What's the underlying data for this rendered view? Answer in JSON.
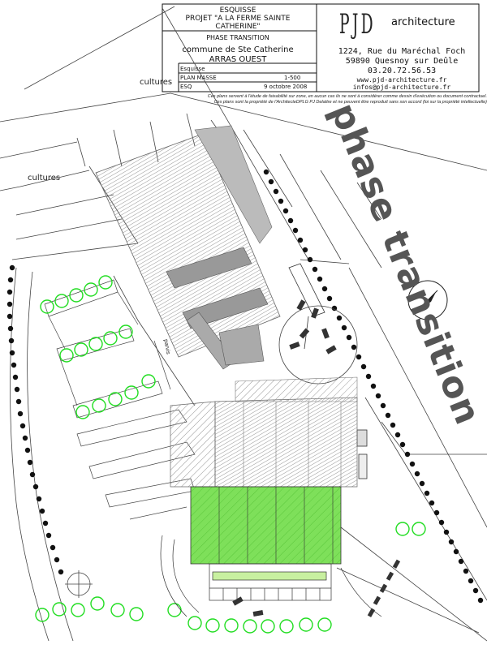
{
  "title_block": {
    "line1": "ESQUISSE",
    "line2": "PROJET \"A LA FERME SAINTE CATHERINE\"",
    "phase": "PHASE TRANSITION",
    "commune": "commune de Ste Catherine",
    "location": "ARRAS OUEST",
    "doc_label": "Esquisse",
    "plan_label": "PLAN MASSE",
    "scale": "1-500",
    "code": "ESQ",
    "date": "9 octobre 2008"
  },
  "firm": {
    "logo": "PJD",
    "name": "architecture",
    "street": "1224, Rue du Maréchal Foch",
    "city": "59890 Quesnoy sur Deûle",
    "phone": "03.20.72.56.53",
    "web": "www.pjd-architecture.fr",
    "email": "infos@pjd-architecture.fr"
  },
  "disclaimer": {
    "line1": "Ces plans servent à l'étude de faisabilité sur zone, en aucun cas ils ne sont à considérer comme dessin d'exécution ou document contractuel.",
    "line2": "Ces plans sont la propriété de l'ArchitecteDPLG PJ Delattre et ne peuvent être reproduit sans son accord (loi sur la propriété intellectuelle)"
  },
  "labels": {
    "cultures_top": "cultures",
    "cultures_left": "cultures",
    "phase_transition": "phase transition",
    "parvis": "parvis"
  },
  "colors": {
    "green_zone": "#7ee05a",
    "tree": "#22dd22",
    "hatch": "#888888",
    "dark_phase_text": "#555555"
  }
}
